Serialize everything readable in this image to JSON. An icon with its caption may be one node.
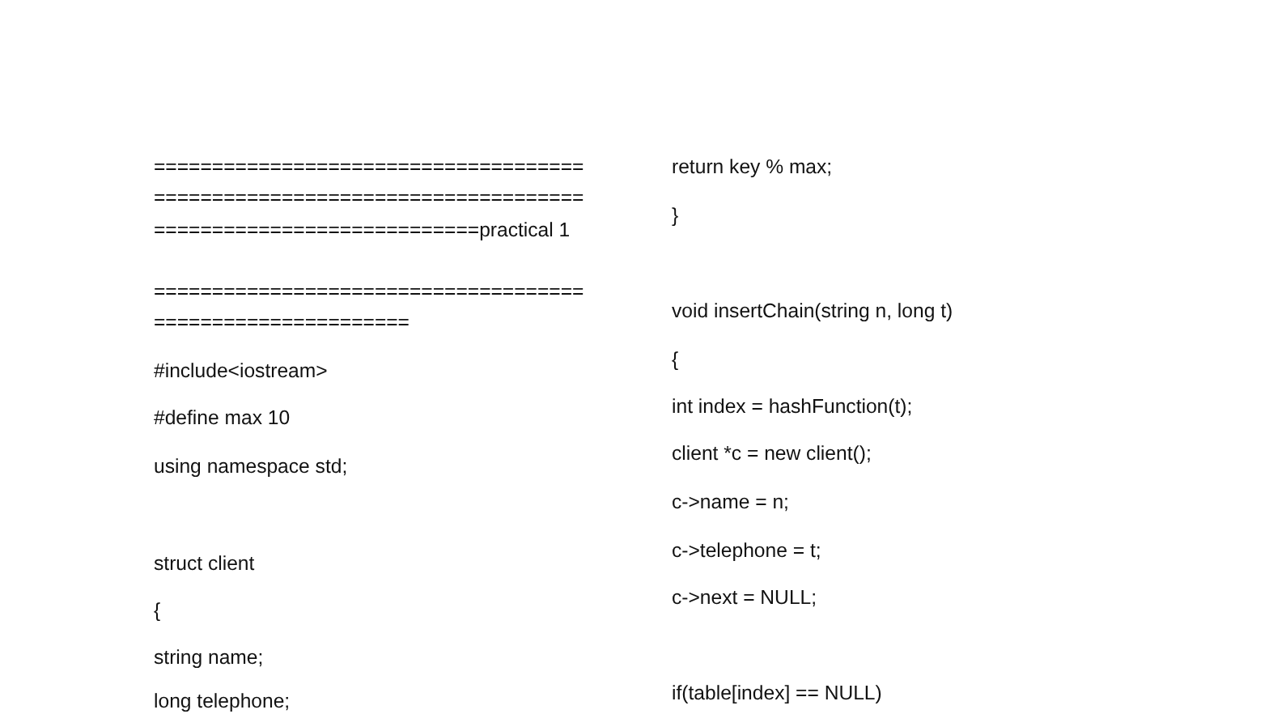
{
  "diagram": {
    "labels": [
      "======================================================================================================practical 1",
      "===========================================================",
      "#include<iostream>",
      "#define max 10",
      "using namespace std;",
      "struct client",
      "{",
      "string name;",
      "long telephone;",
      "return key % max;",
      "}",
      "void insertChain(string n, long t)",
      "{",
      "int index = hashFunction(t);",
      "client *c = new client();",
      "c->name = n;",
      "c->telephone = t;",
      "c->next = NULL;",
      "if(table[index] == NULL)"
    ]
  }
}
